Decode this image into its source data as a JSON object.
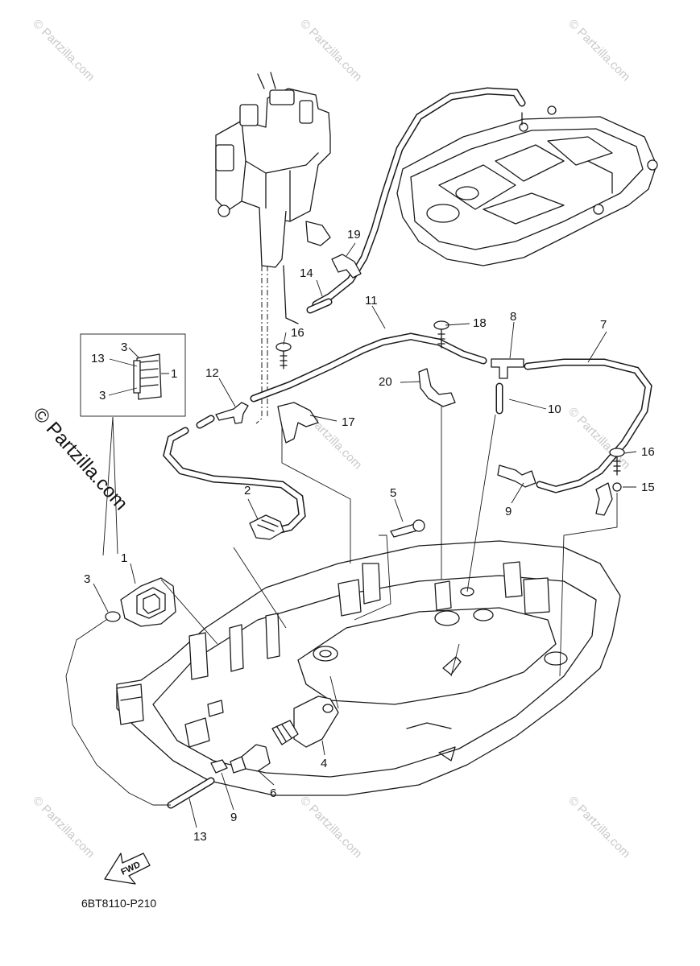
{
  "watermark": {
    "small": "© Partzilla.com",
    "large": "© Partzilla.com"
  },
  "callouts": {
    "c1_inset": "1",
    "c3_inset_top": "3",
    "c3_inset_bottom": "3",
    "c13_inset": "13",
    "c1": "1",
    "c2": "2",
    "c3": "3",
    "c4": "4",
    "c5": "5",
    "c6": "6",
    "c7": "7",
    "c8": "8",
    "c9_right": "9",
    "c9_bottom": "9",
    "c10": "10",
    "c11": "11",
    "c12": "12",
    "c13": "13",
    "c14": "14",
    "c15": "15",
    "c16_left": "16",
    "c16_right": "16",
    "c17": "17",
    "c18": "18",
    "c19": "19",
    "c20": "20"
  },
  "fwd_label": "FWD",
  "diagram_code": "6BT8110-P210"
}
